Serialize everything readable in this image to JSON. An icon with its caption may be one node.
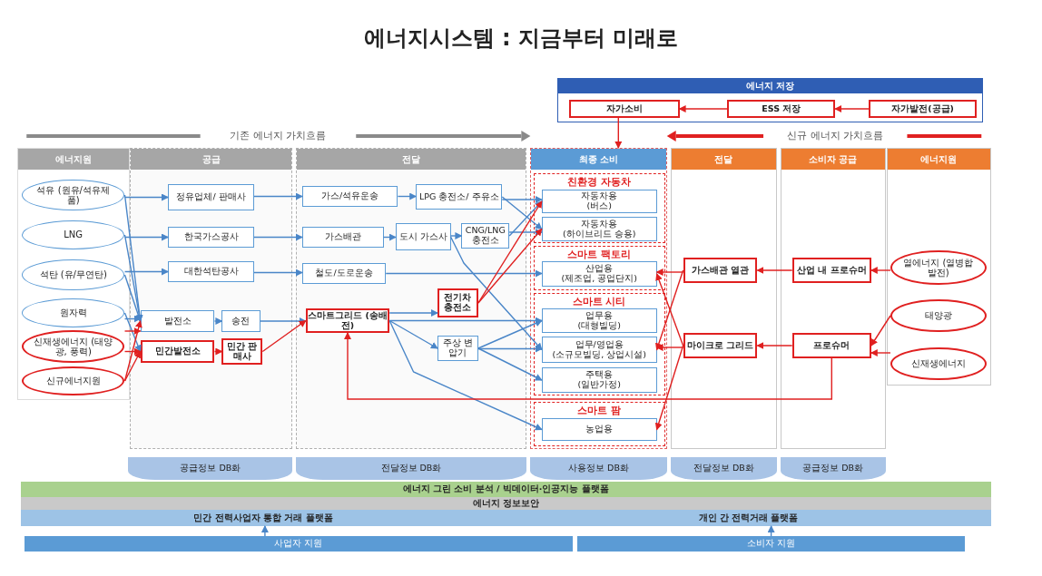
{
  "diagram": {
    "title": "에너지시스템 : 지금부터 미래로",
    "nodes": [
      {
        "text": [
          "에너지 저장"
        ]
      },
      {
        "text": [
          "자가소비"
        ],
        "in": 0
      },
      {
        "text": [
          "ESS 저장"
        ],
        "in": 0
      },
      {
        "text": [
          "자가발전(공급)"
        ],
        "in": 0
      },
      {
        "text": [
          "에너지원"
        ]
      },
      {
        "text": [
          "석유 (원유/석유제품)"
        ],
        "in": 4
      },
      {
        "text": [
          "LNG"
        ],
        "in": 4
      },
      {
        "text": [
          "석탄 (유/무연탄)"
        ],
        "in": 4
      },
      {
        "text": [
          "원자력"
        ],
        "in": 4
      },
      {
        "text": [
          "신재생에너지 (태양광, 풍력)"
        ],
        "in": 4
      },
      {
        "text": [
          "신규에너지원"
        ],
        "in": 4
      },
      {
        "text": [
          "공급"
        ]
      },
      {
        "text": [
          "정유업체/ 판매사"
        ],
        "in": 11
      },
      {
        "text": [
          "한국가스공사"
        ],
        "in": 11
      },
      {
        "text": [
          "대한석탄공사"
        ],
        "in": 11
      },
      {
        "text": [
          "발전소"
        ],
        "in": 11
      },
      {
        "text": [
          "송전"
        ],
        "in": 11
      },
      {
        "text": [
          "민간발전소"
        ],
        "in": 11
      },
      {
        "text": [
          "민간 판매사"
        ],
        "in": 11
      },
      {
        "text": [
          "전달"
        ]
      },
      {
        "text": [
          "가스/석유운송"
        ],
        "in": 19
      },
      {
        "text": [
          "LPG 충전소/ 주유소"
        ],
        "in": 19
      },
      {
        "text": [
          "가스배관"
        ],
        "in": 19
      },
      {
        "text": [
          "도시 가스사"
        ],
        "in": 19
      },
      {
        "text": [
          "CNG/LNG 충전소"
        ],
        "in": 19
      },
      {
        "text": [
          "철도/도로운송"
        ],
        "in": 19
      },
      {
        "text": [
          "스마트그리드 (송배전)"
        ],
        "in": 19
      },
      {
        "text": [
          "전기차 충전소"
        ],
        "in": 19
      },
      {
        "text": [
          "주상 변압기"
        ],
        "in": 19
      },
      {
        "text": [
          "최종 소비"
        ]
      },
      {
        "text": [
          "친환경 자동차"
        ],
        "in": 29
      },
      {
        "text": [
          "자동차용",
          "(버스)"
        ],
        "in": 30
      },
      {
        "text": [
          "자동차용",
          "(하이브리드 승용)"
        ],
        "in": 30
      },
      {
        "text": [
          "스마트 팩토리"
        ],
        "in": 29
      },
      {
        "text": [
          "산업용",
          "(제조업, 공업단지)"
        ],
        "in": 33
      },
      {
        "text": [
          "스마트 시티"
        ],
        "in": 29
      },
      {
        "text": [
          "업무용",
          "(대형빌딩)"
        ],
        "in": 35
      },
      {
        "text": [
          "업무/영업용",
          "(소규모빌딩, 상업시설)"
        ],
        "in": 35
      },
      {
        "text": [
          "주택용",
          "(일반가정)"
        ],
        "in": 35
      },
      {
        "text": [
          "스마트 팜"
        ],
        "in": 29
      },
      {
        "text": [
          "농업용"
        ],
        "in": 39
      },
      {
        "text": [
          "전달"
        ]
      },
      {
        "text": [
          "가스배관 열관"
        ],
        "in": 41
      },
      {
        "text": [
          "마이크로 그리드"
        ],
        "in": 41
      },
      {
        "text": [
          "소비자 공급"
        ]
      },
      {
        "text": [
          "산업 내 프로슈머"
        ],
        "in": 44
      },
      {
        "text": [
          "프로슈머"
        ],
        "in": 44
      },
      {
        "text": [
          "에너지원"
        ]
      },
      {
        "text": [
          "열에너지 (열병합발전)"
        ],
        "in": 47
      },
      {
        "text": [
          "태양광"
        ],
        "in": 47
      },
      {
        "text": [
          "신재생에너지"
        ],
        "in": 47
      },
      {
        "text": [
          "공급정보 DB화"
        ]
      },
      {
        "text": [
          "전달정보 DB화"
        ]
      },
      {
        "text": [
          "사용정보 DB화"
        ]
      },
      {
        "text": [
          "전달정보 DB화"
        ]
      },
      {
        "text": [
          "공급정보 DB화"
        ]
      },
      {
        "text": [
          "에너지 그린 소비 분석 / 빅데이터·인공지능 플랫폼"
        ]
      },
      {
        "text": [
          "에너지 정보보안"
        ]
      },
      {
        "text": [
          "민간 전력사업자 통합 거래 플랫폼"
        ]
      },
      {
        "text": [
          "개인 간 전력거래 플랫폼"
        ]
      },
      {
        "text": [
          "사업자 지원"
        ]
      },
      {
        "text": [
          "소비자 지원"
        ]
      }
    ],
    "edges": [
      {
        "from": 3,
        "to": 2,
        "arrow": "to",
        "color": "#e02020"
      },
      {
        "from": 2,
        "to": 1,
        "arrow": "to",
        "color": "#e02020"
      },
      {
        "from": 1,
        "to": 29,
        "arrow": "to",
        "color": "#e02020"
      },
      {
        "from": 5,
        "to": 12,
        "arrow": "to"
      },
      {
        "from": 6,
        "to": 13,
        "arrow": "to"
      },
      {
        "from": 7,
        "to": 14,
        "arrow": "to"
      },
      {
        "from": 5,
        "to": 15,
        "arrow": "to"
      },
      {
        "from": 6,
        "to": 15,
        "arrow": "to"
      },
      {
        "from": 7,
        "to": 15,
        "arrow": "to"
      },
      {
        "from": 8,
        "to": 15,
        "arrow": "to"
      },
      {
        "from": 8,
        "to": 17,
        "arrow": "to"
      },
      {
        "from": 9,
        "to": 15,
        "arrow": "to",
        "color": "#e02020"
      },
      {
        "from": 9,
        "to": 17,
        "arrow": "to",
        "color": "#e02020"
      },
      {
        "from": 10,
        "to": 15,
        "arrow": "to",
        "color": "#e02020"
      },
      {
        "from": 10,
        "to": 17,
        "arrow": "to",
        "color": "#e02020"
      },
      {
        "from": 12,
        "to": 20,
        "arrow": "to"
      },
      {
        "from": 13,
        "to": 22,
        "arrow": "to"
      },
      {
        "from": 14,
        "to": 25,
        "arrow": "to"
      },
      {
        "from": 15,
        "to": 16,
        "arrow": "to"
      },
      {
        "from": 17,
        "to": 18,
        "arrow": "to",
        "color": "#e02020"
      },
      {
        "from": 16,
        "to": 26,
        "arrow": "to"
      },
      {
        "from": 18,
        "to": 26,
        "arrow": "to",
        "color": "#e02020"
      },
      {
        "from": 20,
        "to": 21,
        "arrow": "to"
      },
      {
        "from": 22,
        "to": 23,
        "arrow": "to"
      },
      {
        "from": 23,
        "to": 24,
        "arrow": "to"
      },
      {
        "from": 21,
        "to": 31,
        "arrow": "to"
      },
      {
        "from": 21,
        "to": 32,
        "arrow": "to"
      },
      {
        "from": 24,
        "to": 31,
        "arrow": "to"
      },
      {
        "from": 24,
        "to": 32,
        "arrow": "to"
      },
      {
        "from": 23,
        "to": 37,
        "arrow": "to"
      },
      {
        "from": 25,
        "to": 34,
        "arrow": "to"
      },
      {
        "from": 26,
        "to": 27,
        "arrow": "to"
      },
      {
        "from": 26,
        "to": 28,
        "arrow": "to"
      },
      {
        "from": 26,
        "to": 36,
        "arrow": "to"
      },
      {
        "from": 26,
        "to": 40,
        "arrow": "to"
      },
      {
        "from": 27,
        "to": 31,
        "arrow": "to",
        "color": "#e02020"
      },
      {
        "from": 27,
        "to": 32,
        "arrow": "to",
        "color": "#e02020"
      },
      {
        "from": 28,
        "to": 36,
        "arrow": "to"
      },
      {
        "from": 28,
        "to": 37,
        "arrow": "to"
      },
      {
        "from": 28,
        "to": 38,
        "arrow": "to"
      },
      {
        "from": 48,
        "to": 45,
        "arrow": "to",
        "color": "#e02020"
      },
      {
        "from": 49,
        "to": 46,
        "arrow": "to",
        "color": "#e02020"
      },
      {
        "from": 50,
        "to": 46,
        "arrow": "to",
        "color": "#e02020"
      },
      {
        "from": 45,
        "to": 42,
        "arrow": "to",
        "color": "#e02020"
      },
      {
        "from": 46,
        "to": 43,
        "arrow": "to",
        "color": "#e02020"
      },
      {
        "from": 42,
        "to": 34,
        "arrow": "to",
        "color": "#e02020"
      },
      {
        "from": 42,
        "to": 37,
        "arrow": "to",
        "color": "#e02020"
      },
      {
        "from": 43,
        "to": 34,
        "arrow": "to",
        "color": "#e02020"
      },
      {
        "from": 43,
        "to": 37,
        "arrow": "to",
        "color": "#e02020"
      },
      {
        "from": 43,
        "to": 40,
        "arrow": "to",
        "color": "#e02020"
      },
      {
        "from": 46,
        "to": 26,
        "arrow": "to",
        "color": "#e02020"
      },
      {
        "from": 60,
        "to": 58,
        "arrow": "to"
      },
      {
        "from": 61,
        "to": 59,
        "arrow": "to"
      }
    ],
    "labels": [
      "기존 에너지 가치흐름",
      "신규 에너지 가치흐름"
    ]
  }
}
